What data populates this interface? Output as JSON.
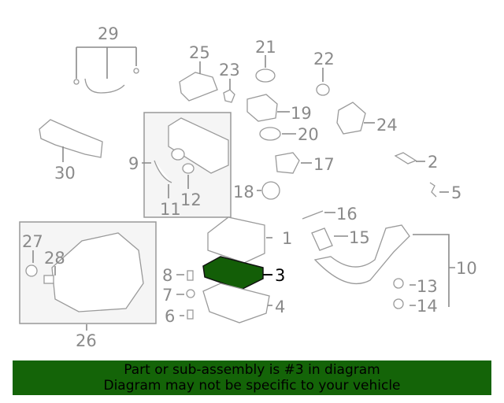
{
  "diagram": {
    "callouts": [
      "1",
      "2",
      "3",
      "4",
      "5",
      "6",
      "7",
      "8",
      "9",
      "10",
      "11",
      "12",
      "13",
      "14",
      "15",
      "16",
      "17",
      "18",
      "19",
      "20",
      "21",
      "22",
      "23",
      "24",
      "25",
      "26",
      "27",
      "28",
      "29",
      "30"
    ],
    "selected_part": "3",
    "highlight_color": "#135e07"
  },
  "banner": {
    "line1": "Part or sub-assembly is #3 in diagram",
    "line2": "Diagram may not be specific to your vehicle",
    "background": "#146408"
  }
}
